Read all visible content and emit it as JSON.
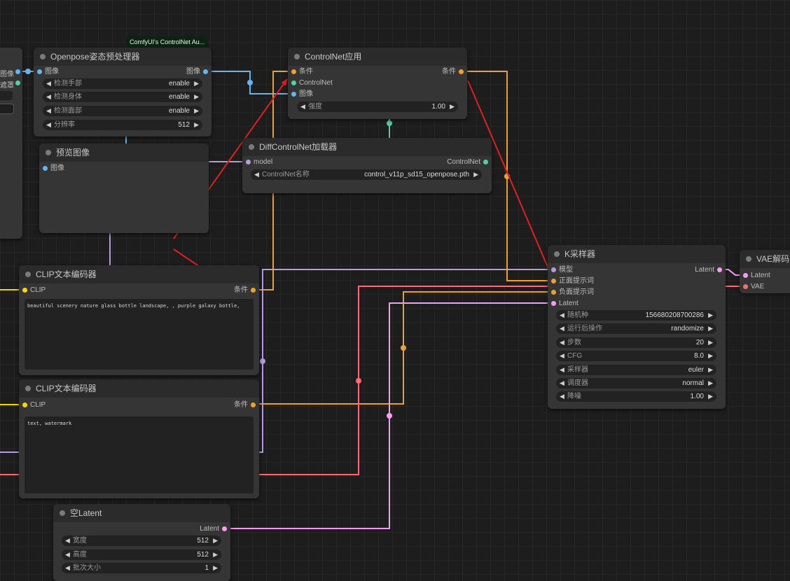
{
  "colors": {
    "conditioning": "#f0a030",
    "image": "#64b5f6",
    "controlnet": "#4dd4a0",
    "model": "#b39ddb",
    "clip": "#ffd500",
    "latent": "#ff9cf9",
    "vae": "#ff6e6e",
    "annotation": "#e02020"
  },
  "tooltip": "ComfyUI's ControlNet Au...",
  "left_fragment": {
    "out1": "图像",
    "out2": "遮罩"
  },
  "openpose": {
    "title": "Openpose姿态预处理器",
    "in_image": "图像",
    "out_image": "图像",
    "widgets": [
      {
        "name": "检测手部",
        "value": "enable"
      },
      {
        "name": "检测身体",
        "value": "enable"
      },
      {
        "name": "检测面部",
        "value": "enable"
      },
      {
        "name": "分辨率",
        "value": "512"
      }
    ]
  },
  "preview": {
    "title": "预览图像",
    "in_image": "图像"
  },
  "controlnet_apply": {
    "title": "ControlNet应用",
    "in_cond": "条件",
    "in_controlnet": "ControlNet",
    "in_image": "图像",
    "out_cond": "条件",
    "widgets": [
      {
        "name": "强度",
        "value": "1.00"
      }
    ]
  },
  "diff_loader": {
    "title": "DiffControlNet加载器",
    "in_model": "model",
    "out_controlnet": "ControlNet",
    "widgets": [
      {
        "name": "ControlNet名称",
        "value": "control_v11p_sd15_openpose.pth"
      }
    ]
  },
  "clip_pos": {
    "title": "CLIP文本编码器",
    "in_clip": "CLIP",
    "out_cond": "条件",
    "text": "beautiful scenery nature glass bottle landscape, , purple galaxy bottle,"
  },
  "clip_neg": {
    "title": "CLIP文本编码器",
    "in_clip": "CLIP",
    "out_cond": "条件",
    "text": "text, watermark"
  },
  "empty_latent": {
    "title": "空Latent",
    "out_latent": "Latent",
    "widgets": [
      {
        "name": "宽度",
        "value": "512"
      },
      {
        "name": "高度",
        "value": "512"
      },
      {
        "name": "批次大小",
        "value": "1"
      }
    ]
  },
  "ksampler": {
    "title": "K采样器",
    "in_model": "模型",
    "in_pos": "正面提示词",
    "in_neg": "负面提示词",
    "in_latent": "Latent",
    "out_latent": "Latent",
    "widgets": [
      {
        "name": "随机种",
        "value": "156680208700286"
      },
      {
        "name": "运行后操作",
        "value": "randomize"
      },
      {
        "name": "步数",
        "value": "20"
      },
      {
        "name": "CFG",
        "value": "8.0"
      },
      {
        "name": "采样器",
        "value": "euler"
      },
      {
        "name": "调度器",
        "value": "normal"
      },
      {
        "name": "降噪",
        "value": "1.00"
      }
    ]
  },
  "vae_decode": {
    "title": "VAE解码",
    "in_latent": "Latent",
    "in_vae": "VAE"
  }
}
